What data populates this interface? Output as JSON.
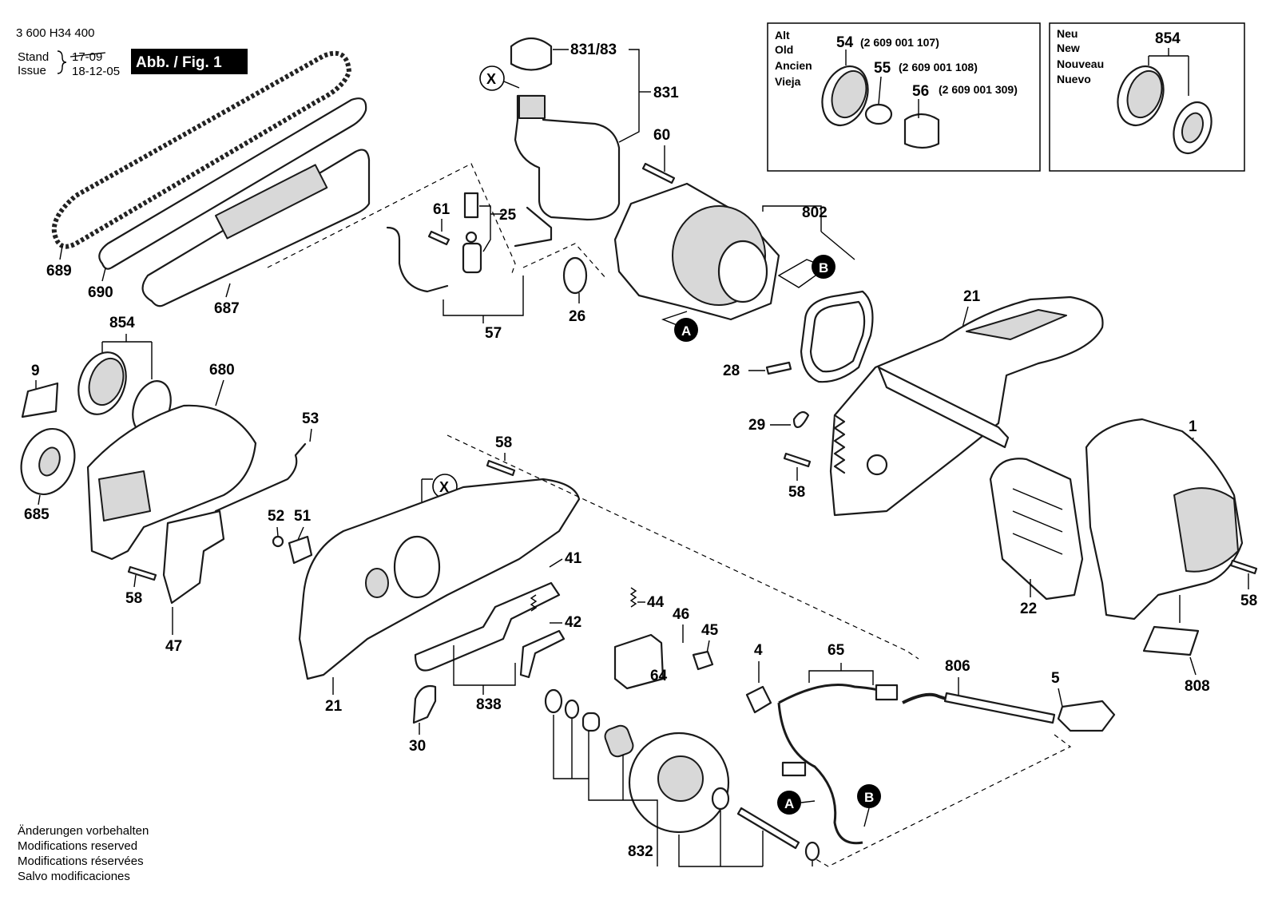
{
  "header": {
    "doc_number": "3 600 H34 400",
    "stand_label": "Stand",
    "issue_label": "Issue",
    "old_date": "17-09",
    "date": "18-12-05",
    "figure_label": "Abb. / Fig. 1"
  },
  "footer": {
    "notes": [
      "Änderungen vorbehalten",
      "Modifications reserved",
      "Modifications réservées",
      "Salvo modificaciones"
    ]
  },
  "old_box": {
    "labels": [
      "Alt",
      "Old",
      "Ancien",
      "Vieja"
    ],
    "parts": [
      {
        "num": "54",
        "code": "(2 609 001 107)"
      },
      {
        "num": "55",
        "code": "(2 609 001 108)"
      },
      {
        "num": "56",
        "code": "(2 609 001 309)"
      }
    ]
  },
  "new_box": {
    "labels": [
      "Neu",
      "New",
      "Nouveau",
      "Nuevo"
    ],
    "part": "854"
  },
  "callouts": {
    "A": "A",
    "B": "B",
    "X": "X"
  },
  "part_numbers": {
    "p831_83": "831/83",
    "p831": "831",
    "p60": "60",
    "p802": "802",
    "p61": "61",
    "p25": "25",
    "p57": "57",
    "p26": "26",
    "p689": "689",
    "p690": "690",
    "p687": "687",
    "p854": "854",
    "p9": "9",
    "p680": "680",
    "p685": "685",
    "p53": "53",
    "p52": "52",
    "p51": "51",
    "p58a": "58",
    "p47": "47",
    "p58b": "58",
    "p21a": "21",
    "p21b": "21",
    "p28": "28",
    "p29": "29",
    "p58c": "58",
    "p1": "1",
    "p22": "22",
    "p58d": "58",
    "p808": "808",
    "p41": "41",
    "p42": "42",
    "p838": "838",
    "p30": "30",
    "p44": "44",
    "p46": "46",
    "p45": "45",
    "p64": "64",
    "p4": "4",
    "p65": "65",
    "p806": "806",
    "p5": "5",
    "p832": "832"
  }
}
